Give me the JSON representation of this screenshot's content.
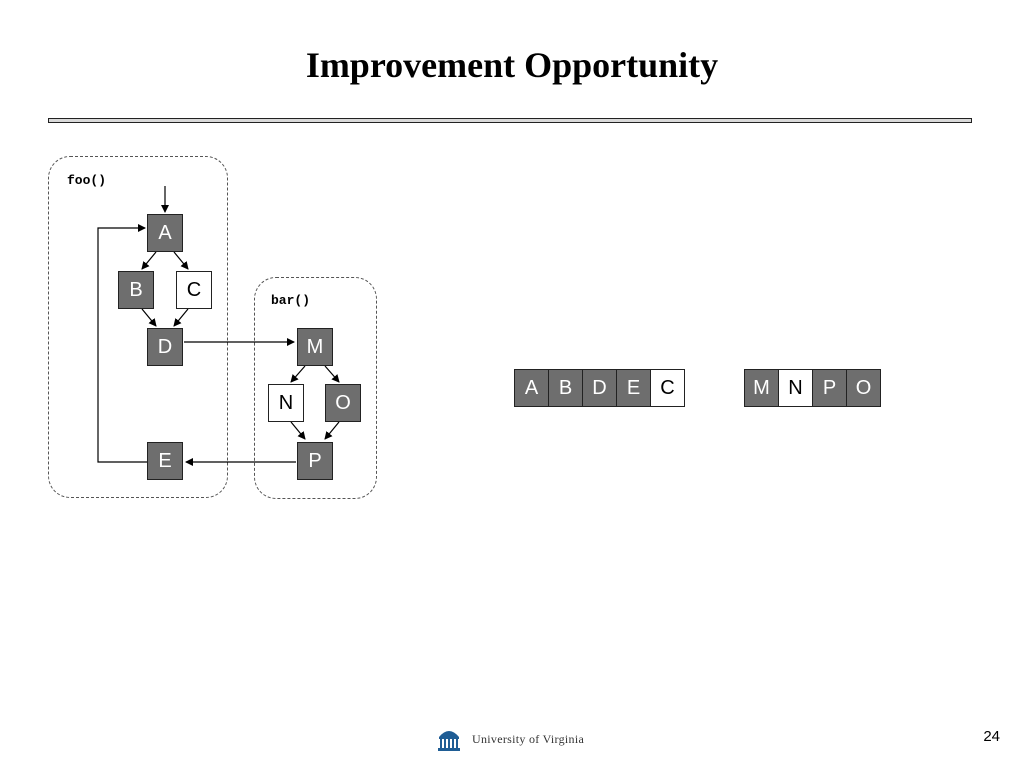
{
  "slide": {
    "title": "Improvement Opportunity",
    "page_number": "24",
    "footer": "University of Virginia"
  },
  "functions": {
    "foo": {
      "label": "foo()"
    },
    "bar": {
      "label": "bar()"
    }
  },
  "nodes": {
    "A": {
      "label": "A",
      "shade": "dark"
    },
    "B": {
      "label": "B",
      "shade": "dark"
    },
    "C": {
      "label": "C",
      "shade": "light"
    },
    "D": {
      "label": "D",
      "shade": "dark"
    },
    "E": {
      "label": "E",
      "shade": "dark"
    },
    "M": {
      "label": "M",
      "shade": "dark"
    },
    "N": {
      "label": "N",
      "shade": "light"
    },
    "O": {
      "label": "O",
      "shade": "dark"
    },
    "P": {
      "label": "P",
      "shade": "dark"
    }
  },
  "edges": [
    [
      "entry",
      "A"
    ],
    [
      "A",
      "B"
    ],
    [
      "A",
      "C"
    ],
    [
      "B",
      "D"
    ],
    [
      "C",
      "D"
    ],
    [
      "D",
      "M"
    ],
    [
      "M",
      "N"
    ],
    [
      "M",
      "O"
    ],
    [
      "N",
      "P"
    ],
    [
      "O",
      "P"
    ],
    [
      "P",
      "E"
    ],
    [
      "E",
      "A"
    ]
  ],
  "layouts": {
    "foo_sequence": [
      {
        "label": "A",
        "shade": "dark"
      },
      {
        "label": "B",
        "shade": "dark"
      },
      {
        "label": "D",
        "shade": "dark"
      },
      {
        "label": "E",
        "shade": "dark"
      },
      {
        "label": "C",
        "shade": "light"
      }
    ],
    "bar_sequence": [
      {
        "label": "M",
        "shade": "dark"
      },
      {
        "label": "N",
        "shade": "light"
      },
      {
        "label": "P",
        "shade": "dark"
      },
      {
        "label": "O",
        "shade": "dark"
      }
    ]
  },
  "colors": {
    "dark_block": "#6e6e6e",
    "light_block": "#ffffff"
  }
}
